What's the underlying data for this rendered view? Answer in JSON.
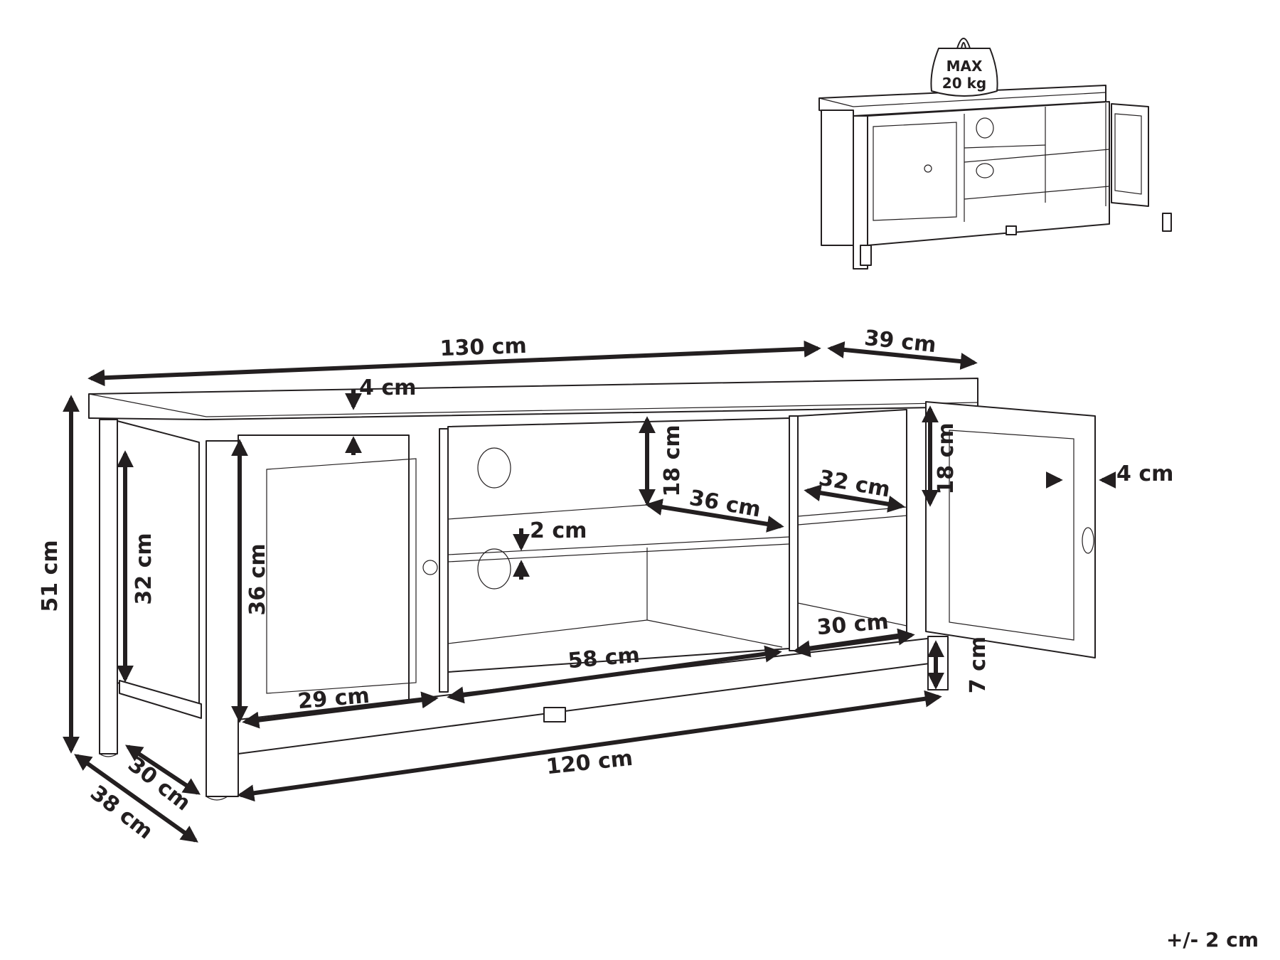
{
  "product_drawing": {
    "subject": "TV stand with two doors and open shelves",
    "weight_badge": {
      "line1": "MAX",
      "line2": "20 kg"
    },
    "dimensions": {
      "total_width": "130 cm",
      "total_depth": "39 cm",
      "top_thickness": "4 cm",
      "total_height": "51 cm",
      "side_inner_height": "32 cm",
      "cabinet_inner_height": "36 cm",
      "shelf_upper_height": "18 cm",
      "shelf_depth": "36 cm",
      "shelf_thickness": "2 cm",
      "right_upper_height": "18 cm",
      "right_shelf_depth": "32 cm",
      "door_thickness": "4 cm",
      "left_compartment_width": "29 cm",
      "middle_compartment_width": "58 cm",
      "right_compartment_depth": "30 cm",
      "leg_height": "7 cm",
      "base_width": "120 cm",
      "base_depth_inner": "30 cm",
      "base_depth_outer": "38 cm"
    },
    "tolerance": "+/- 2 cm"
  },
  "colors": {
    "line": "#231f20",
    "background": "#ffffff"
  }
}
